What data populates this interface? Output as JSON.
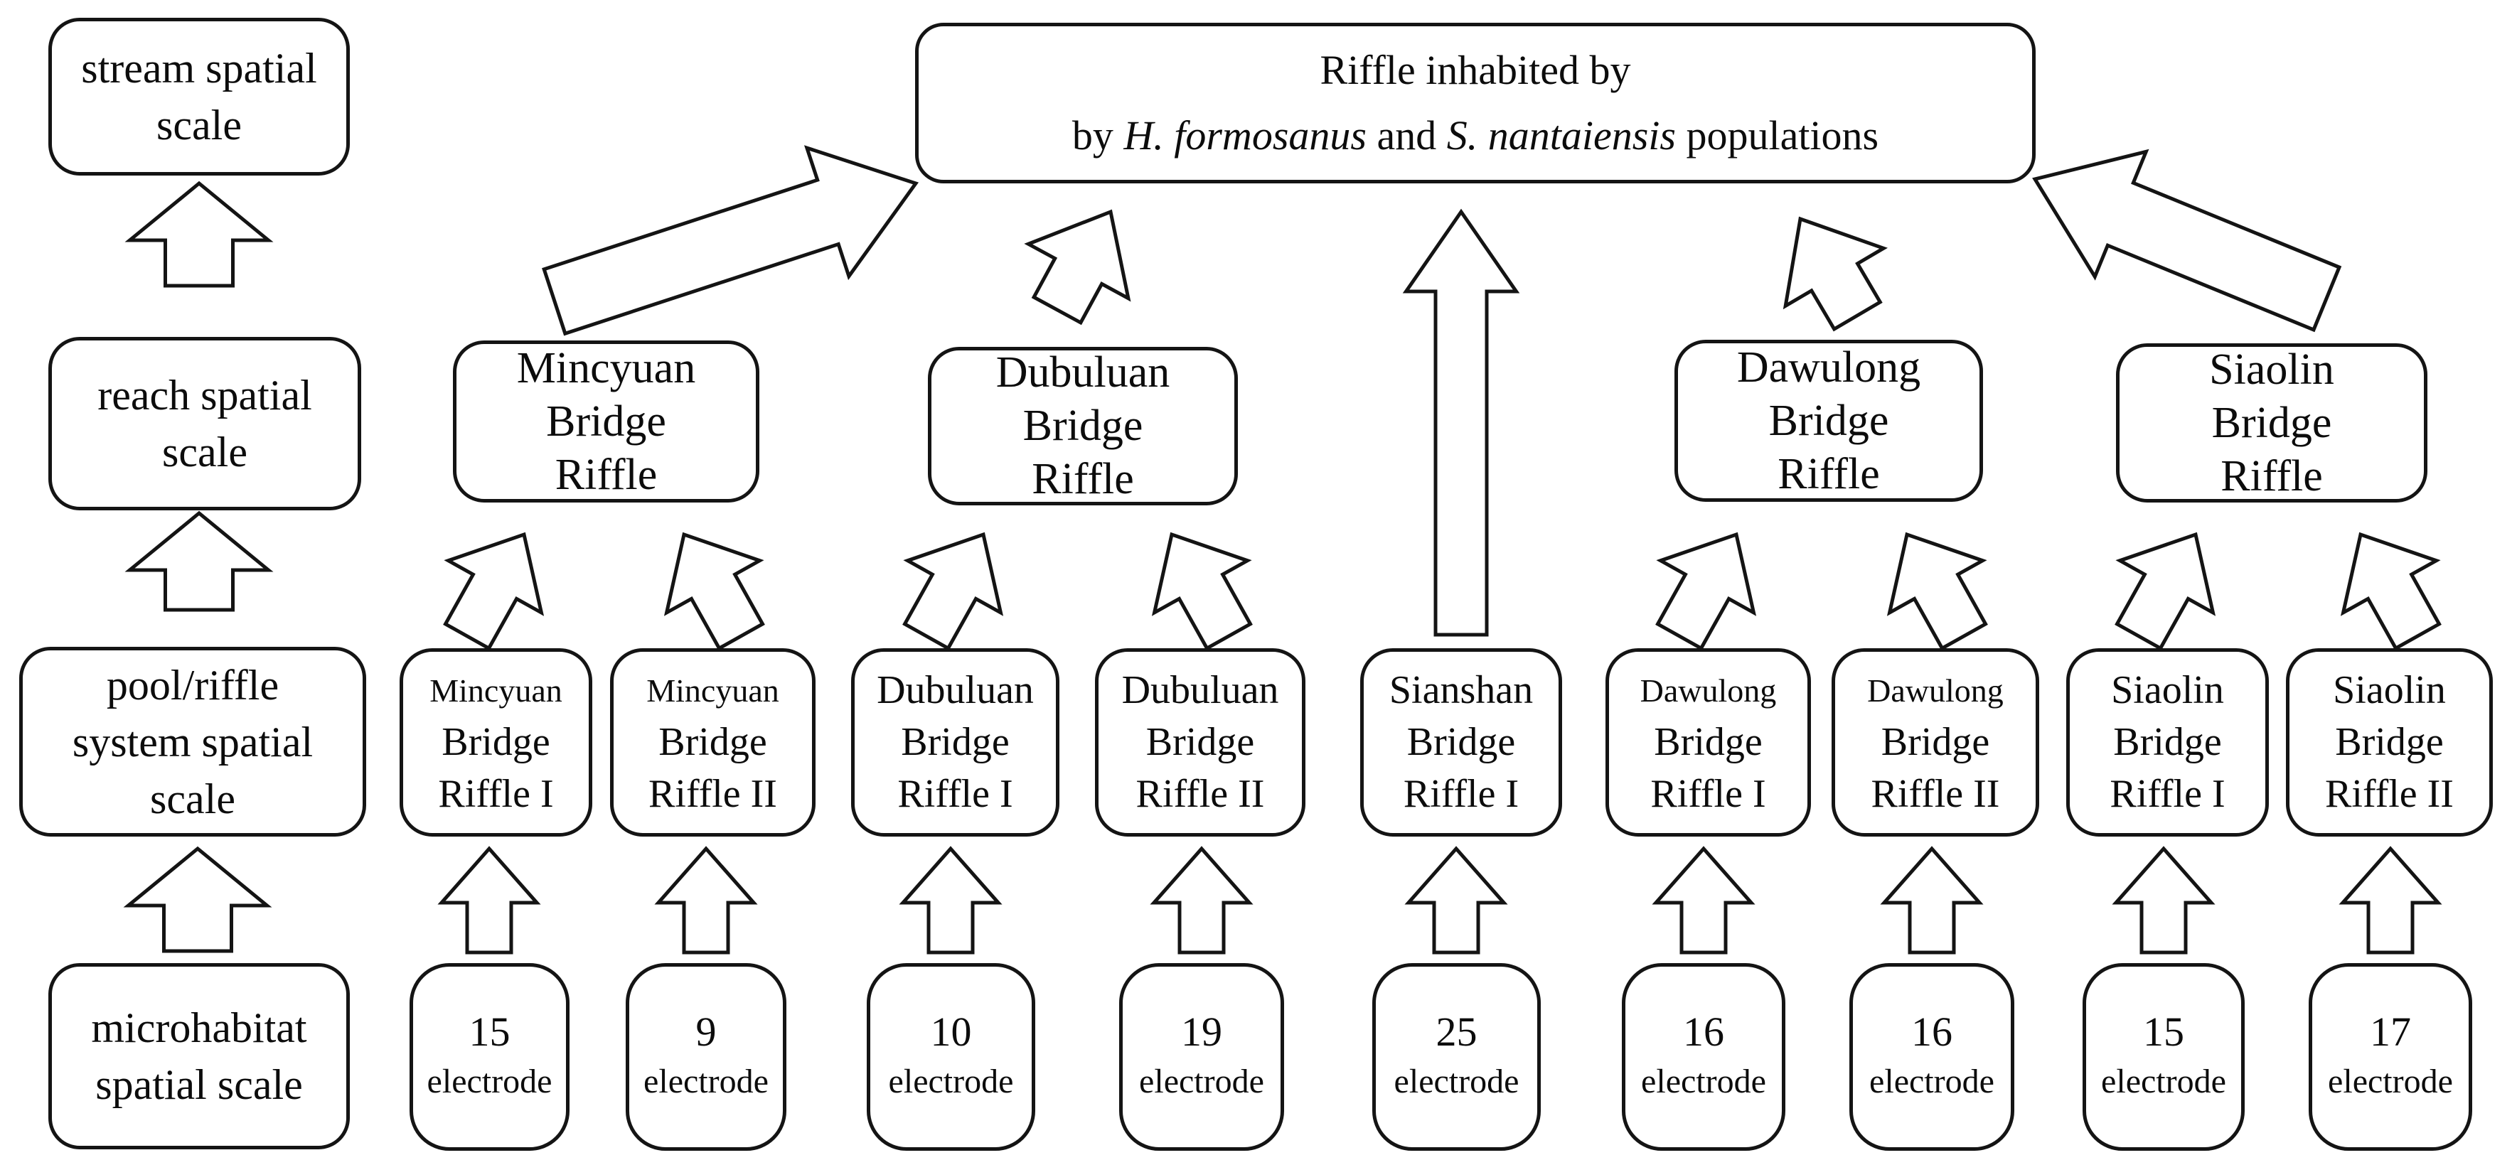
{
  "title_box": {
    "line1": "Riffle inhabited by",
    "line2_prefix": "by ",
    "species_1": "H. formosanus",
    "line2_middle": " and ",
    "species_2": "S. nantaiensis",
    "line2_suffix": " populations"
  },
  "spatial_scales": {
    "stream": "stream spatial\nscale",
    "reach": "reach spatial\nscale",
    "pool_riffle": "pool/riffle\nsystem spatial\nscale",
    "microhabitat": "microhabitat\nspatial scale"
  },
  "bridge_riffles": {
    "mincyuan": "Mincyuan\nBridge\nRiffle",
    "dubuluan": "Dubuluan\nBridge\nRiffle",
    "dawulong": "Dawulong\nBridge\nRiffle",
    "siaolin": "Siaolin\nBridge\nRiffle"
  },
  "riffle_sites": [
    {
      "label": "Mincyuan\nBridge\nRiffle I",
      "electrode_count": 15,
      "electrode_label": "15\nelectrode"
    },
    {
      "label": "Mincyuan\nBridge\nRiffle II",
      "electrode_count": 9,
      "electrode_label": "9\nelectrode"
    },
    {
      "label": "Dubuluan\nBridge\nRiffle I",
      "electrode_count": 10,
      "electrode_label": "10\nelectrode"
    },
    {
      "label": "Dubuluan\nBridge\nRiffle II",
      "electrode_count": 19,
      "electrode_label": "19\nelectrode"
    },
    {
      "label": "Sianshan\nBridge\nRiffle I",
      "electrode_count": 25,
      "electrode_label": "25\nelectrode"
    },
    {
      "label": "Dawulong\nBridge\nRiffle I",
      "electrode_count": 16,
      "electrode_label": "16\nelectrode"
    },
    {
      "label": "Dawulong\nBridge\nRiffle II",
      "electrode_count": 16,
      "electrode_label": "16\nelectrode"
    },
    {
      "label": "Siaolin\nBridge\nRiffle I",
      "electrode_count": 15,
      "electrode_label": "15\nelectrode"
    },
    {
      "label": "Siaolin\nBridge\nRiffle II",
      "electrode_count": 17,
      "electrode_label": "17\nelectrode"
    }
  ]
}
